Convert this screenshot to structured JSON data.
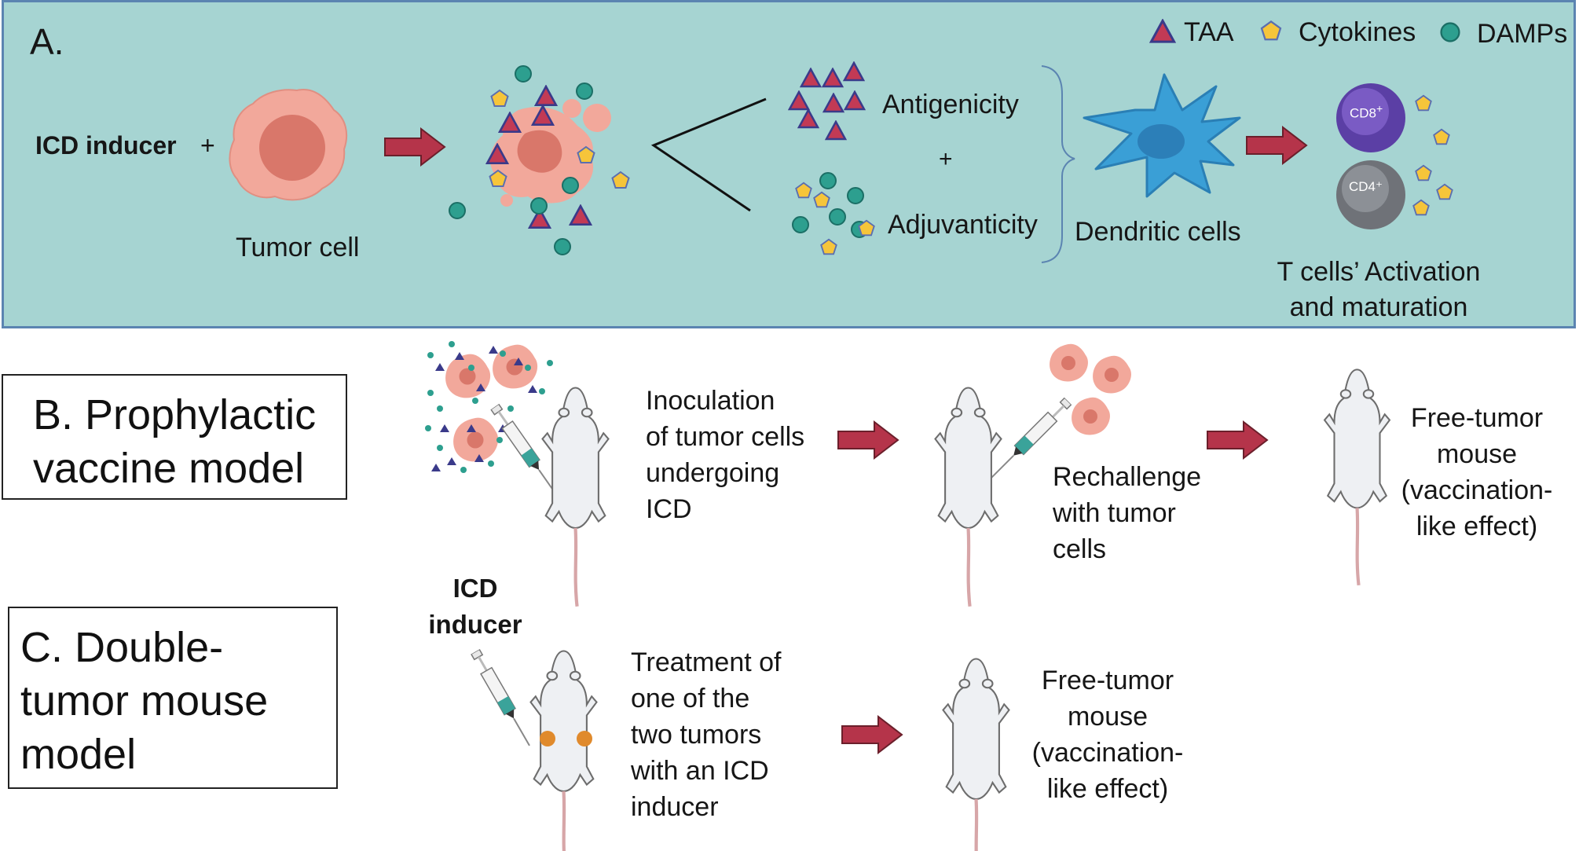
{
  "panel_a": {
    "label": "A.",
    "legend": {
      "taa": "TAA",
      "cytokines": "Cytokines",
      "damps": "DAMPs"
    },
    "icd_inducer": "ICD inducer",
    "plus1": "+",
    "tumor_cell": "Tumor cell",
    "antigenicity": "Antigenicity",
    "plus2": "+",
    "adjuvanticity": "Adjuvanticity",
    "dendritic_cells": "Dendritic cells",
    "cd8": "CD8",
    "cd8_sup": "+",
    "cd4": "CD4⁺",
    "t_cells": "T cells’ Activation\nand maturation"
  },
  "panel_b": {
    "label": "B. Prophylactic\nvaccine model",
    "step1": "Inoculation\nof tumor cells\nundergoing\nICD",
    "step2": "Rechallenge\nwith tumor\ncells",
    "step3": "Free-tumor\nmouse\n(vaccination-\nlike effect)"
  },
  "icd_inducer_label": "ICD\ninducer",
  "panel_c": {
    "label": "C. Double-\ntumor mouse\nmodel",
    "step1": "Treatment of\none of the\ntwo tumors\nwith an ICD\ninducer",
    "step2": "Free-tumor\nmouse\n(vaccination-\nlike effect)"
  },
  "colors": {
    "panel_bg": "#a6d4d2",
    "panel_border": "#5b84b1",
    "arrow": "#b5344a",
    "taa": "#c23a55",
    "cytokine": "#f6c53a",
    "damp": "#2d9f8f",
    "tumor": "#f2a89b",
    "dendritic": "#3a9fd6",
    "cd8": "#5b3fa5",
    "cd4": "#7f8288"
  }
}
